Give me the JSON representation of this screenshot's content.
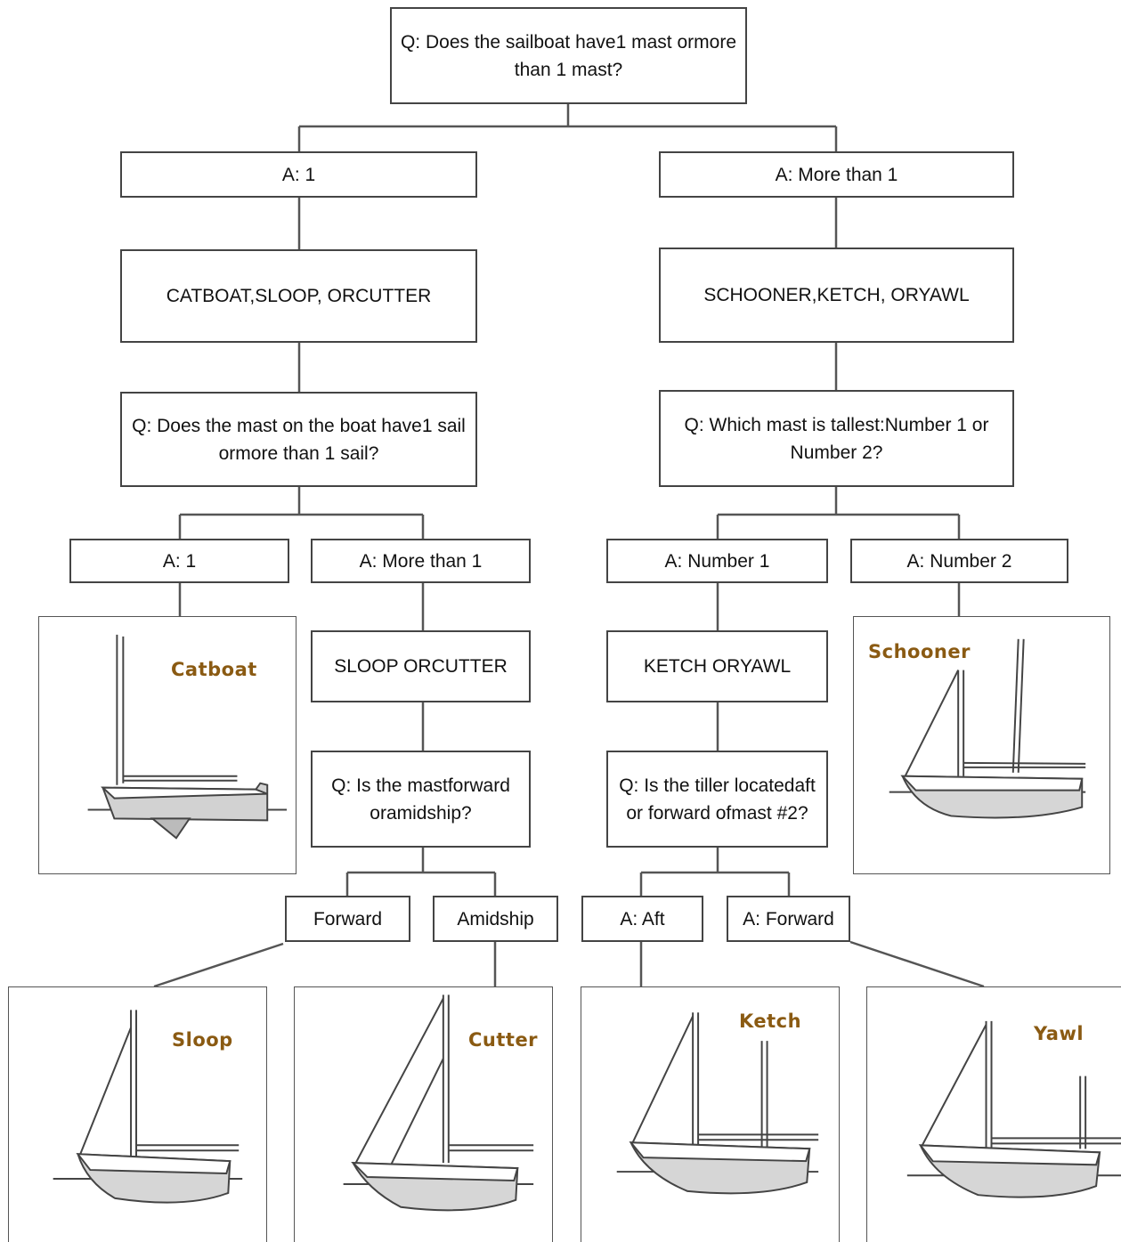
{
  "nodes": {
    "root_question": [
      "Q: Does the sailboat have",
      "1 mast or",
      "more than 1 mast?"
    ],
    "answer_one_mast": [
      "A: 1"
    ],
    "answer_multi_mast": [
      "A: More than 1"
    ],
    "group_single": [
      "CATBOAT,",
      "SLOOP, OR",
      "CUTTER"
    ],
    "group_multi": [
      "SCHOONER,",
      "KETCH, OR",
      "YAWL"
    ],
    "question_sails": [
      "Q: Does the mast on the boat have",
      "1 sail or",
      "more than 1 sail?"
    ],
    "question_tallest": [
      "Q: Which mast is tallest:",
      "Number 1 or Number 2?"
    ],
    "answer_one_sail": [
      "A: 1"
    ],
    "answer_multi_sail": [
      "A:  More than 1"
    ],
    "answer_number1": [
      "A: Number 1"
    ],
    "answer_number2": [
      "A: Number 2"
    ],
    "group_sloop_cutter": [
      "SLOOP OR",
      "CUTTER"
    ],
    "group_ketch_yawl": [
      "KETCH OR",
      "YAWL"
    ],
    "question_mast_position": [
      "Q: Is the mast",
      "forward or",
      "amidship?"
    ],
    "question_tiller": [
      "Q: Is the tiller located",
      "aft or forward of",
      "mast #2?"
    ],
    "answer_forward": [
      "Forward"
    ],
    "answer_amidship": [
      "Amidship"
    ],
    "answer_aft": [
      "A:  Aft"
    ],
    "answer_forward_tiller": [
      "A: Forward"
    ]
  },
  "boats": {
    "catboat": "Catboat",
    "schooner": "Schooner",
    "sloop": "Sloop",
    "cutter": "Cutter",
    "ketch": "Ketch",
    "yawl": "Yawl"
  },
  "colors": {
    "box_border": "#444444",
    "connector": "#555555",
    "boat_label": "#8a5a12",
    "hull_shade": "#cfcfcf"
  }
}
